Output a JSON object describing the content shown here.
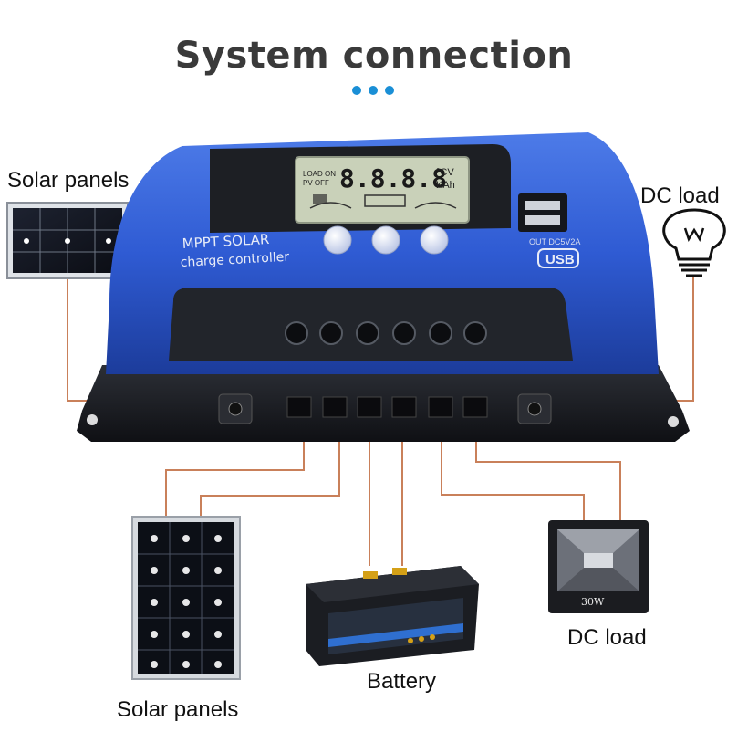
{
  "title": "System connection",
  "labels": {
    "top_left": "Solar panels",
    "top_right": "DC load",
    "bottom_left": "Solar panels",
    "bottom_middle": "Battery",
    "bottom_right": "DC load"
  },
  "controller": {
    "brand_line1": "MPPT SOLAR",
    "brand_line2": "charge controller",
    "usb_rating": "OUT DC5V2A",
    "usb_badge": "USB",
    "lcd_load": "LOAD ON",
    "lcd_pv": "PV OFF",
    "lcd_digits": "8.8.8.8",
    "lcd_unit1": "°CV",
    "lcd_unit2": "KAh"
  },
  "lamp_rating": "30W",
  "colors": {
    "accent_dots": "#1a8fd6",
    "controller_blue": "#2f5bd3",
    "wire": "#c9805a",
    "lcd": "#c9d1b9"
  },
  "icons": [
    "dots-icon",
    "bulb-icon",
    "solar-panel-icon",
    "battery-icon",
    "floodlight-icon",
    "usb-icon"
  ]
}
